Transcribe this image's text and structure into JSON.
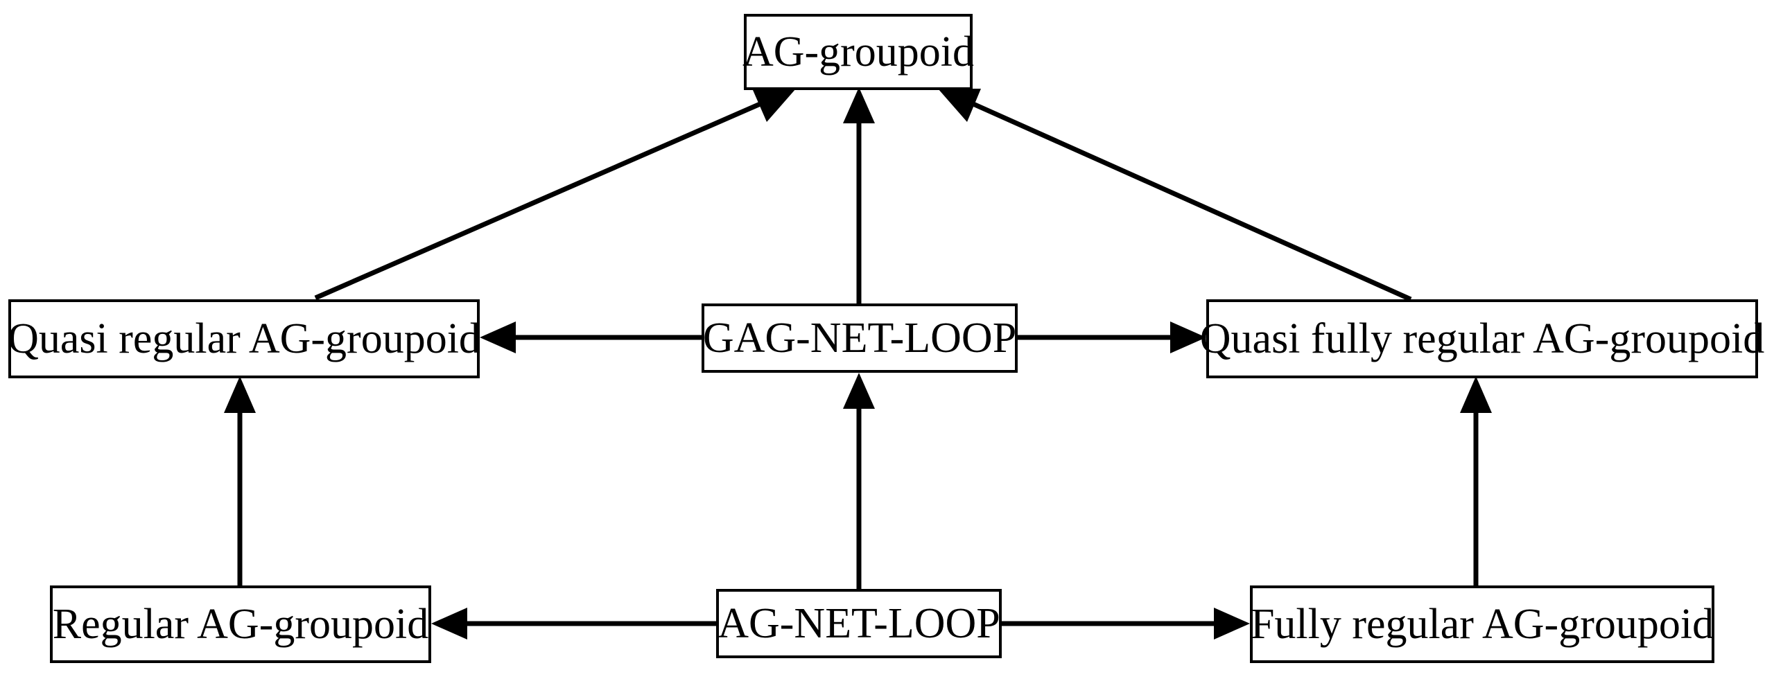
{
  "diagram": {
    "type": "directed-graph",
    "title": "",
    "background_color": "#ffffff",
    "line_color": "#000000",
    "text_color": "#000000",
    "nodes": [
      {
        "id": "ag-groupoid",
        "label": "AG-groupoid",
        "row": "top"
      },
      {
        "id": "quasi-regular",
        "label": "Quasi regular AG-groupoid",
        "row": "middle"
      },
      {
        "id": "gag-net-loop",
        "label": "GAG-NET-LOOP",
        "row": "middle"
      },
      {
        "id": "quasi-fully-reg",
        "label": "Quasi fully regular AG-groupoid",
        "row": "middle"
      },
      {
        "id": "regular",
        "label": "Regular AG-groupoid",
        "row": "bottom"
      },
      {
        "id": "ag-net-loop",
        "label": "AG-NET-LOOP",
        "row": "bottom"
      },
      {
        "id": "fully-regular",
        "label": "Fully regular AG-groupoid",
        "row": "bottom"
      }
    ],
    "edges": [
      {
        "from": "quasi-regular",
        "to": "ag-groupoid",
        "style": "diagonal-up-right"
      },
      {
        "from": "gag-net-loop",
        "to": "ag-groupoid",
        "style": "vertical-up"
      },
      {
        "from": "quasi-fully-reg",
        "to": "ag-groupoid",
        "style": "diagonal-up-left"
      },
      {
        "from": "gag-net-loop",
        "to": "quasi-regular",
        "style": "horizontal-left"
      },
      {
        "from": "gag-net-loop",
        "to": "quasi-fully-reg",
        "style": "horizontal-right"
      },
      {
        "from": "regular",
        "to": "quasi-regular",
        "style": "vertical-up"
      },
      {
        "from": "ag-net-loop",
        "to": "gag-net-loop",
        "style": "vertical-up"
      },
      {
        "from": "fully-regular",
        "to": "quasi-fully-reg",
        "style": "vertical-up"
      },
      {
        "from": "ag-net-loop",
        "to": "regular",
        "style": "horizontal-left"
      },
      {
        "from": "ag-net-loop",
        "to": "fully-regular",
        "style": "horizontal-right"
      }
    ]
  }
}
